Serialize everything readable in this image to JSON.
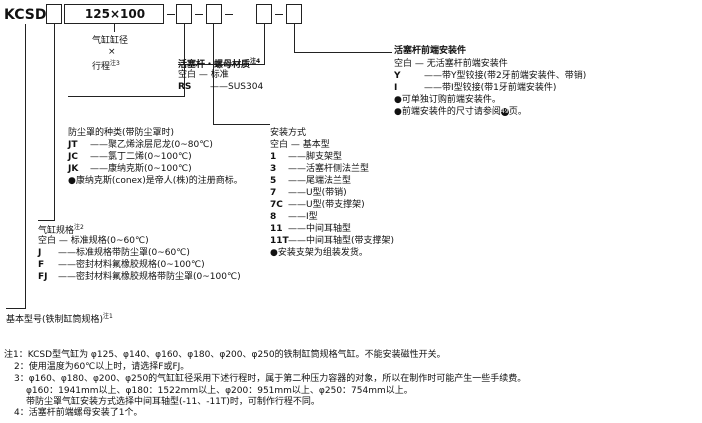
{
  "header": {
    "series": "KCSD",
    "size": "125×100"
  },
  "bore_stroke": {
    "line1": "气缸缸径",
    "times": "×",
    "line2": "行程",
    "note": "注3"
  },
  "rod_material": {
    "title": "活塞杆・螺母材质",
    "note": "注4",
    "items": [
      {
        "code": "空白",
        "desc": "标准"
      },
      {
        "code": "RS",
        "desc": "SUS304"
      }
    ]
  },
  "rod_accessory": {
    "title": "活塞杆前端安装件",
    "items": [
      {
        "code": "空白",
        "desc": "无活塞杆前端安装件"
      },
      {
        "code": "Y",
        "desc": "带Y型铰接(带2牙前端安装件、带销)"
      },
      {
        "code": "I",
        "desc": "带I型铰接(带1牙前端安装件)"
      }
    ],
    "bullets": [
      "可单独订购前端安装件。",
      "前端安装件的尺寸请参阅",
      "页。"
    ],
    "page_ref": "49"
  },
  "boot": {
    "title": "防尘罩的种类(带防尘罩时)",
    "items": [
      {
        "code": "JT",
        "desc": "聚乙烯涂层尼龙(0~80℃)"
      },
      {
        "code": "JC",
        "desc": "氯丁二烯(0~100℃)"
      },
      {
        "code": "JK",
        "desc": "康纳克斯(0~100℃)"
      }
    ],
    "bullet": "康纳克斯(conex)是帝人(株)的注册商标。"
  },
  "mounting": {
    "title": "安装方式",
    "items": [
      {
        "code": "空白",
        "desc": "基本型"
      },
      {
        "code": "1",
        "desc": "脚支架型"
      },
      {
        "code": "3",
        "desc": "活塞杆侧法兰型"
      },
      {
        "code": "5",
        "desc": "尾端法兰型"
      },
      {
        "code": "7",
        "desc": "U型(带销)"
      },
      {
        "code": "7C",
        "desc": "U型(带支撑架)"
      },
      {
        "code": "8",
        "desc": "I型"
      },
      {
        "code": "11",
        "desc": "中间耳轴型"
      },
      {
        "code": "11T",
        "desc": "中间耳轴型(带支撑架)"
      }
    ],
    "bullet": "安装支架为组装发货。"
  },
  "spec": {
    "title": "气缸规格",
    "note": "注2",
    "items": [
      {
        "code": "空白",
        "desc": "标准规格(0~60℃)"
      },
      {
        "code": "J",
        "desc": "标准规格带防尘罩(0~60℃)"
      },
      {
        "code": "F",
        "desc": "密封材料氟橡胶规格(0~100℃)"
      },
      {
        "code": "FJ",
        "desc": "密封材料氟橡胶规格带防尘罩(0~100℃)"
      }
    ]
  },
  "basic_model": {
    "label": "基本型号(铁制缸筒规格)",
    "note": "注1"
  },
  "notes": [
    "注1：KCSD型气缸为 φ125、φ140、φ160、φ180、φ200、φ250的铁制缸筒规格气缸。不能安装磁性开关。",
    "2：使用温度为60℃以上时，请选择F或FJ。",
    "3：φ160、φ180、φ200、φ250的气缸缸径采用下述行程时，属于第二种压力容器的对象，所以在制作时可能产生一些手续费。",
    "φ160：1941mm以上、φ180：1522mm以上、φ200：951mm以上、φ250：754mm以上。",
    "带防尘罩气缸安装方式选择中间耳轴型(-11、-11T)时，可制作行程不同。",
    "4：活塞杆前端螺母安装了1个。"
  ]
}
